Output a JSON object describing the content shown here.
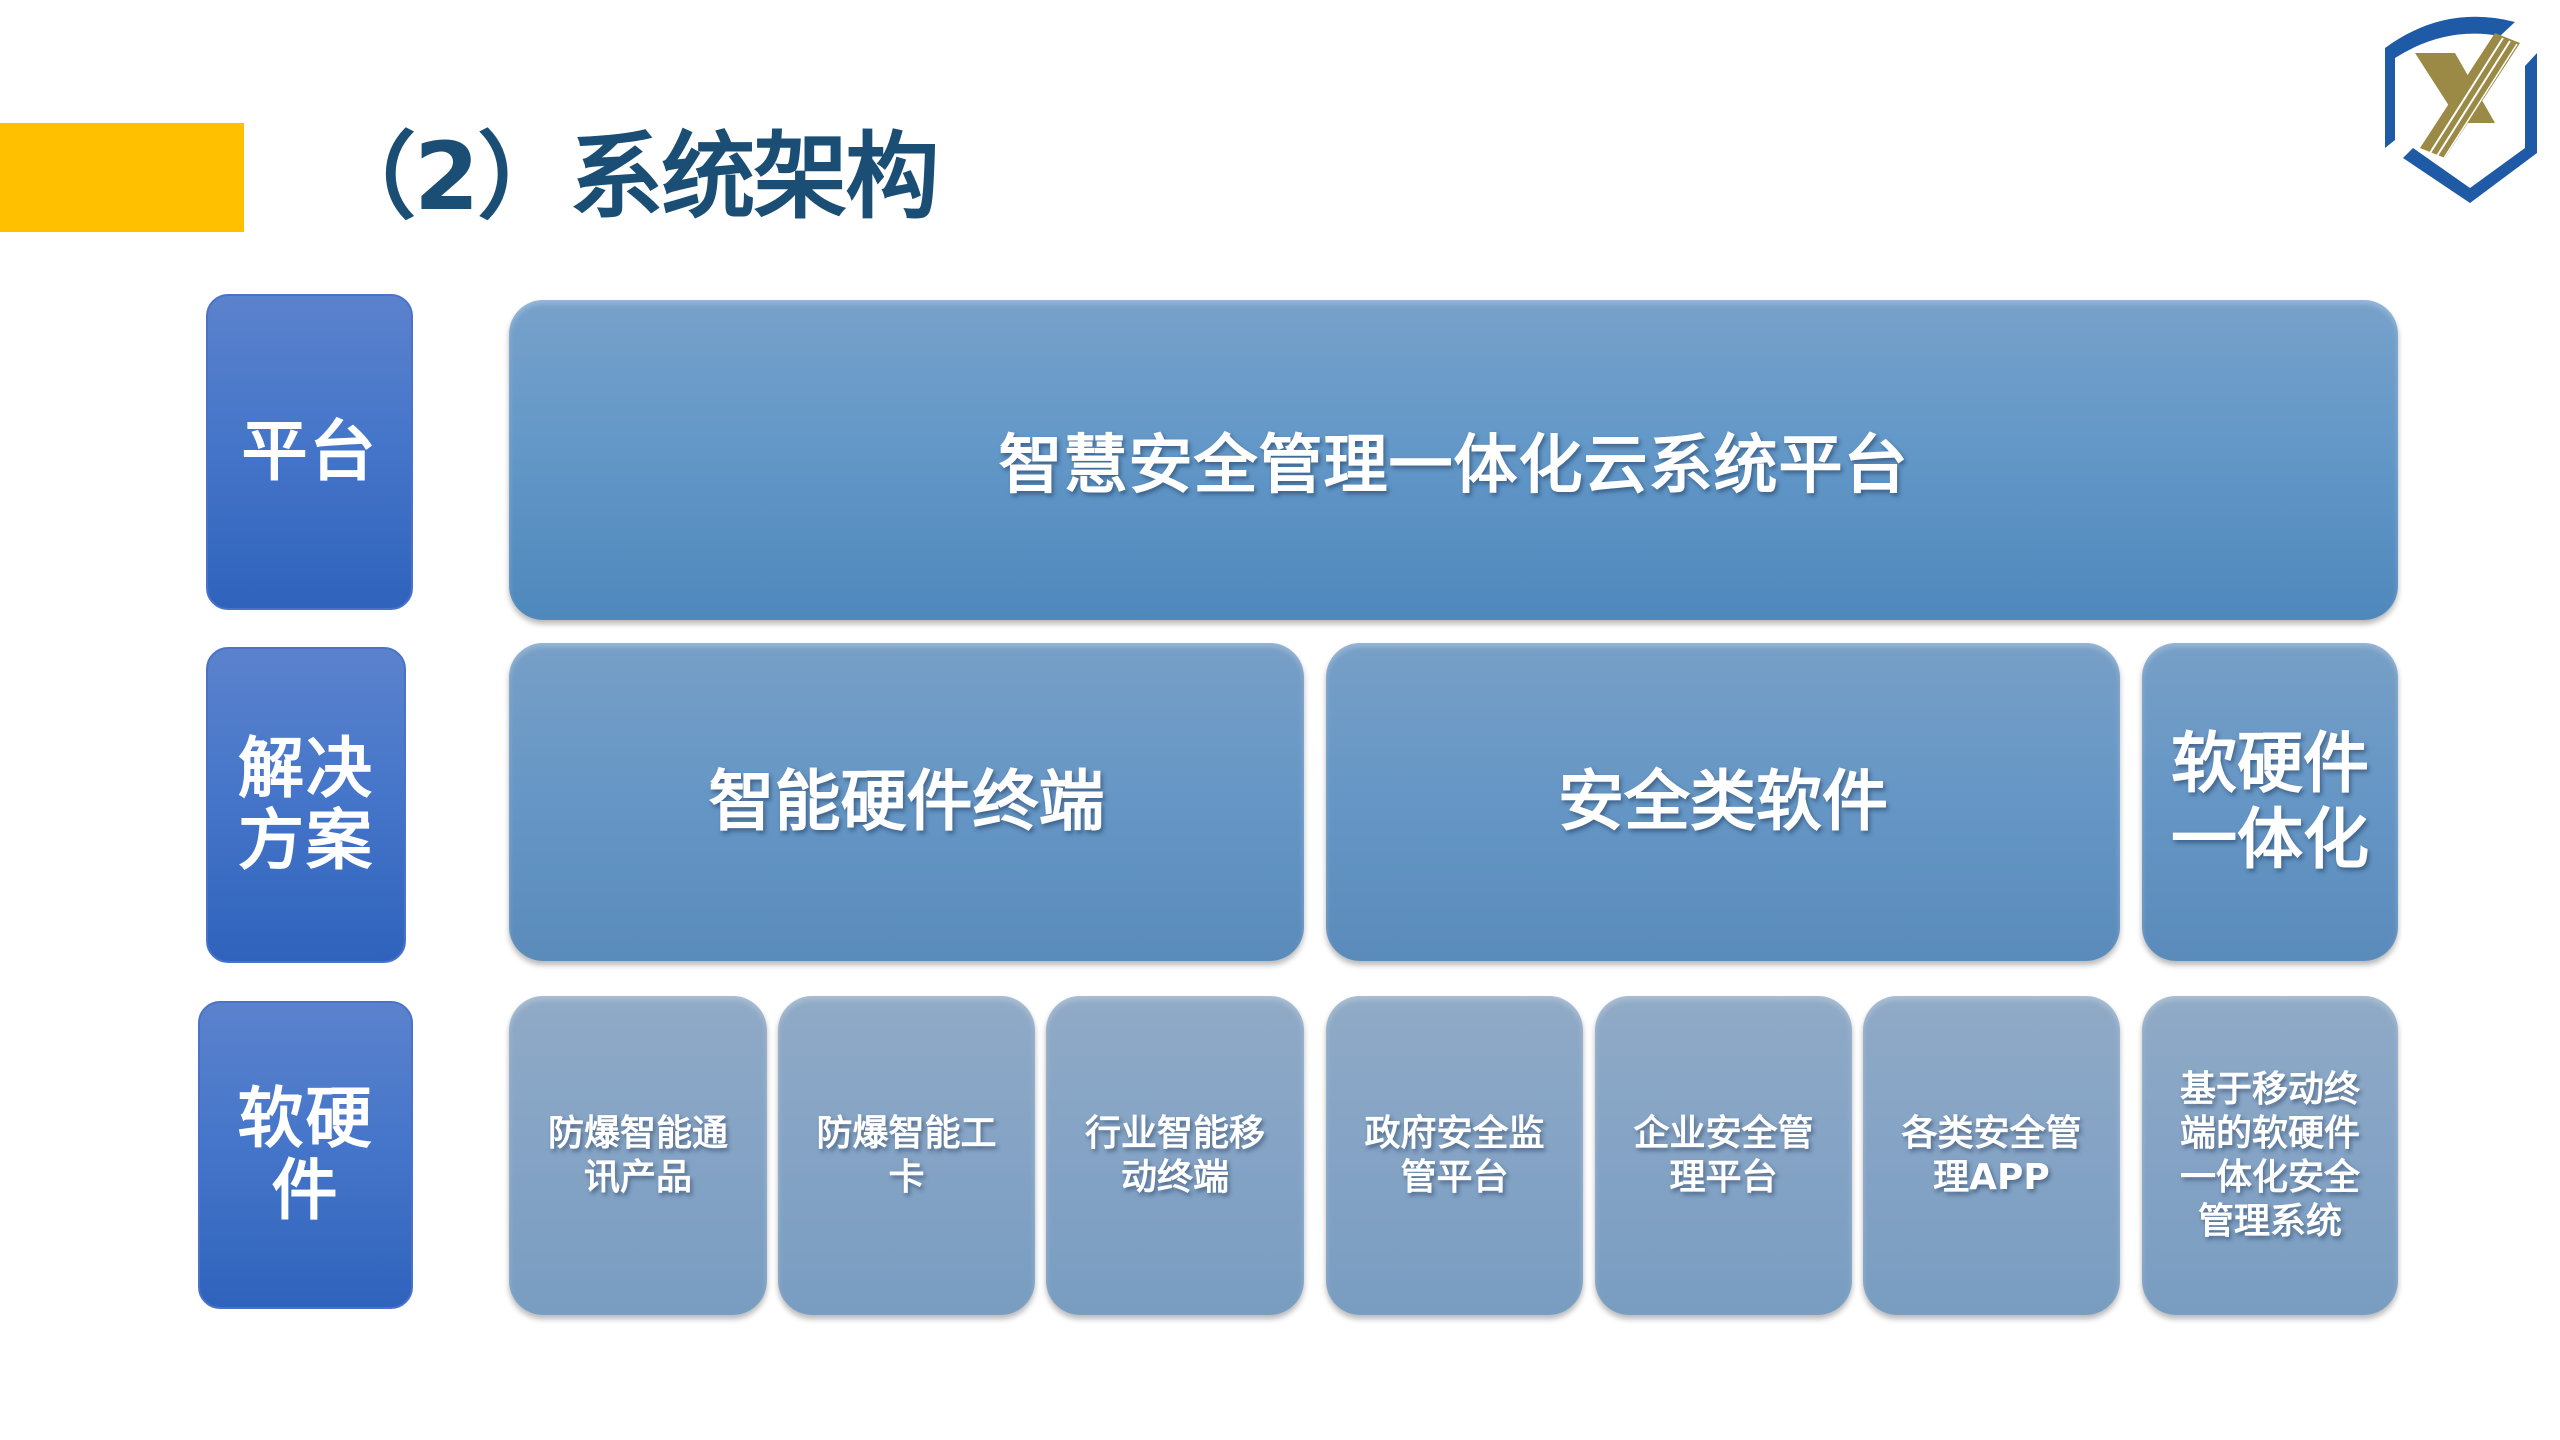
{
  "header": {
    "title": "（2）系统架构",
    "accent_color": "#FFC000",
    "title_color": "#1A4E74"
  },
  "logo": {
    "icon": "shield-x-logo-icon",
    "colors": {
      "ring": "#1F5AA6",
      "x": "#9A8A45"
    }
  },
  "row_labels": [
    {
      "label": "平台"
    },
    {
      "label": "解决\n方案"
    },
    {
      "label": "软硬\n件"
    }
  ],
  "platform": {
    "label": "智慧安全管理一体化云系统平台"
  },
  "solutions": [
    {
      "label": "智能硬件终端"
    },
    {
      "label": "安全类软件"
    },
    {
      "label": "软硬件\n一体化"
    }
  ],
  "products": [
    {
      "label": "防爆智能通\n讯产品"
    },
    {
      "label": "防爆智能工\n卡"
    },
    {
      "label": "行业智能移\n动终端"
    },
    {
      "label": "政府安全监\n管平台"
    },
    {
      "label": "企业安全管\n理平台"
    },
    {
      "label": "各类安全管\n理APP"
    },
    {
      "label": "基于移动终\n端的软硬件\n一体化安全\n管理系统"
    }
  ],
  "colors": {
    "row_label_blue": "#4676CA",
    "platform_blue": "#6398C8",
    "solution_blue": "#6596C5",
    "product_blue": "#84A3C5"
  }
}
